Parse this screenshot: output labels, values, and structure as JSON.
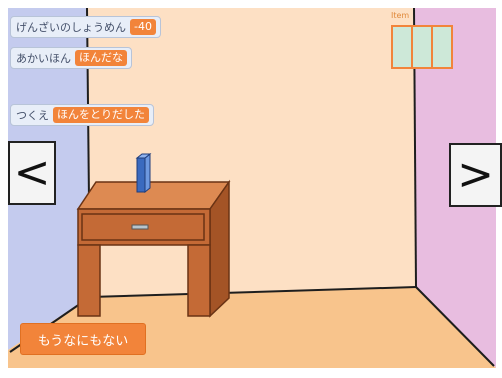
{
  "variables": [
    {
      "name": "げんざいのしょうめん",
      "value": "-40"
    },
    {
      "name": "あかいほん",
      "value": "ほんだな"
    },
    {
      "name": "つくえ",
      "value": "ほんをとりだした"
    }
  ],
  "nav": {
    "left_label": "<",
    "right_label": ">"
  },
  "inventory": {
    "label": "Item",
    "slots": 3
  },
  "message": "もうなにもない",
  "colors": {
    "center_wall": "#fde0c4",
    "left_wall": "#c4cbee",
    "right_wall": "#e8bde0",
    "floor": "#f8c48c",
    "desk": "#c46a36",
    "book": "#3a6abf",
    "accent": "#f2843a",
    "slot_fill": "#cde8d8"
  }
}
